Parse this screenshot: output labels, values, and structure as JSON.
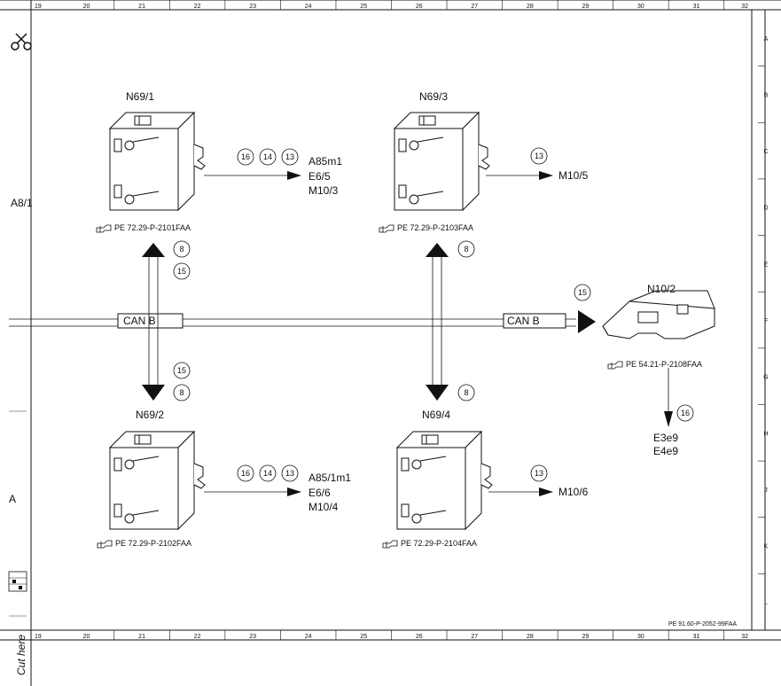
{
  "ruler": {
    "columns": [
      "19",
      "20",
      "21",
      "22",
      "23",
      "24",
      "25",
      "26",
      "27",
      "28",
      "29",
      "30",
      "31",
      "32"
    ],
    "rows": [
      "A",
      "B",
      "C",
      "D",
      "E",
      "F",
      "G",
      "H",
      "J",
      "K",
      "L"
    ]
  },
  "side": {
    "a8_label": "A8/1",
    "a_label": "A",
    "cut_here": "Cut here"
  },
  "bus": {
    "name": "CAN B"
  },
  "modules": {
    "n69_1": {
      "name": "N69/1",
      "pe_ref": "PE 72.29-P-2101FAA",
      "circles": [
        "16",
        "14",
        "13"
      ],
      "bus_circles": [
        "8",
        "15"
      ],
      "targets": [
        "A85m1",
        "E6/5",
        "M10/3"
      ]
    },
    "n69_2": {
      "name": "N69/2",
      "pe_ref": "PE 72.29-P-2102FAA",
      "circles": [
        "16",
        "14",
        "13"
      ],
      "bus_circles": [
        "15",
        "8"
      ],
      "targets": [
        "A85/1m1",
        "E6/6",
        "M10/4"
      ]
    },
    "n69_3": {
      "name": "N69/3",
      "pe_ref": "PE 72.29-P-2103FAA",
      "circles": [
        "13"
      ],
      "bus_circles": [
        "8"
      ],
      "targets": [
        "M10/5"
      ]
    },
    "n69_4": {
      "name": "N69/4",
      "pe_ref": "PE 72.29-P-2104FAA",
      "circles": [
        "13"
      ],
      "bus_circles": [
        "8"
      ],
      "targets": [
        "M10/6"
      ]
    },
    "n10_2": {
      "name": "N10/2",
      "pe_ref": "PE 54.21-P-2108FAA",
      "bus_circles": [
        "15"
      ],
      "out_circles": [
        "16"
      ],
      "targets": [
        "E3e9",
        "E4e9"
      ]
    }
  },
  "footer": {
    "doc_ref": "PE 91.60-P-2052-99FAA"
  }
}
